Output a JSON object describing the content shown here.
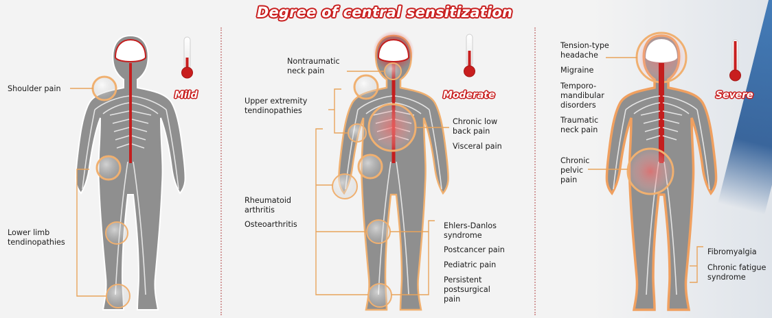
{
  "title": "Degree of central sensitization",
  "levels": {
    "mild": "Mild",
    "moderate": "Moderate",
    "severe": "Severe"
  },
  "mild_labels": {
    "shoulder": "Shoulder pain",
    "lower_limb": "Lower limb\ntendinopathies"
  },
  "moderate_labels": {
    "neck": "Nontraumatic\nneck pain",
    "upper_extremity": "Upper extremity\ntendinopathies",
    "low_back": "Chronic low\nback pain",
    "visceral": "Visceral pain",
    "rheumatoid": "Rheumatoid\narthritis",
    "osteoarthritis": "Osteoarthritis",
    "ehlers": "Ehlers-Danlos\nsyndrome",
    "postcancer": "Postcancer pain",
    "pediatric": "Pediatric pain",
    "postsurgical": "Persistent\npostsurgical\npain"
  },
  "severe_labels": {
    "tension": "Tension-type\nheadache",
    "migraine": "Migraine",
    "tmd": "Temporo-\nmandibular\ndisorders",
    "traumatic_neck": "Traumatic\nneck pain",
    "pelvic": "Chronic\npelvic\npain",
    "fibromyalgia": "Fibromyalgia",
    "fatigue": "Chronic fatigue\nsyndrome"
  },
  "colors": {
    "body": "#8f8f8f",
    "body_outline": "#ffffff",
    "nerve": "#e5e5e5",
    "spine": "#c41e1e",
    "accent_red": "#c81e1e",
    "connector": "#e8a35a"
  }
}
